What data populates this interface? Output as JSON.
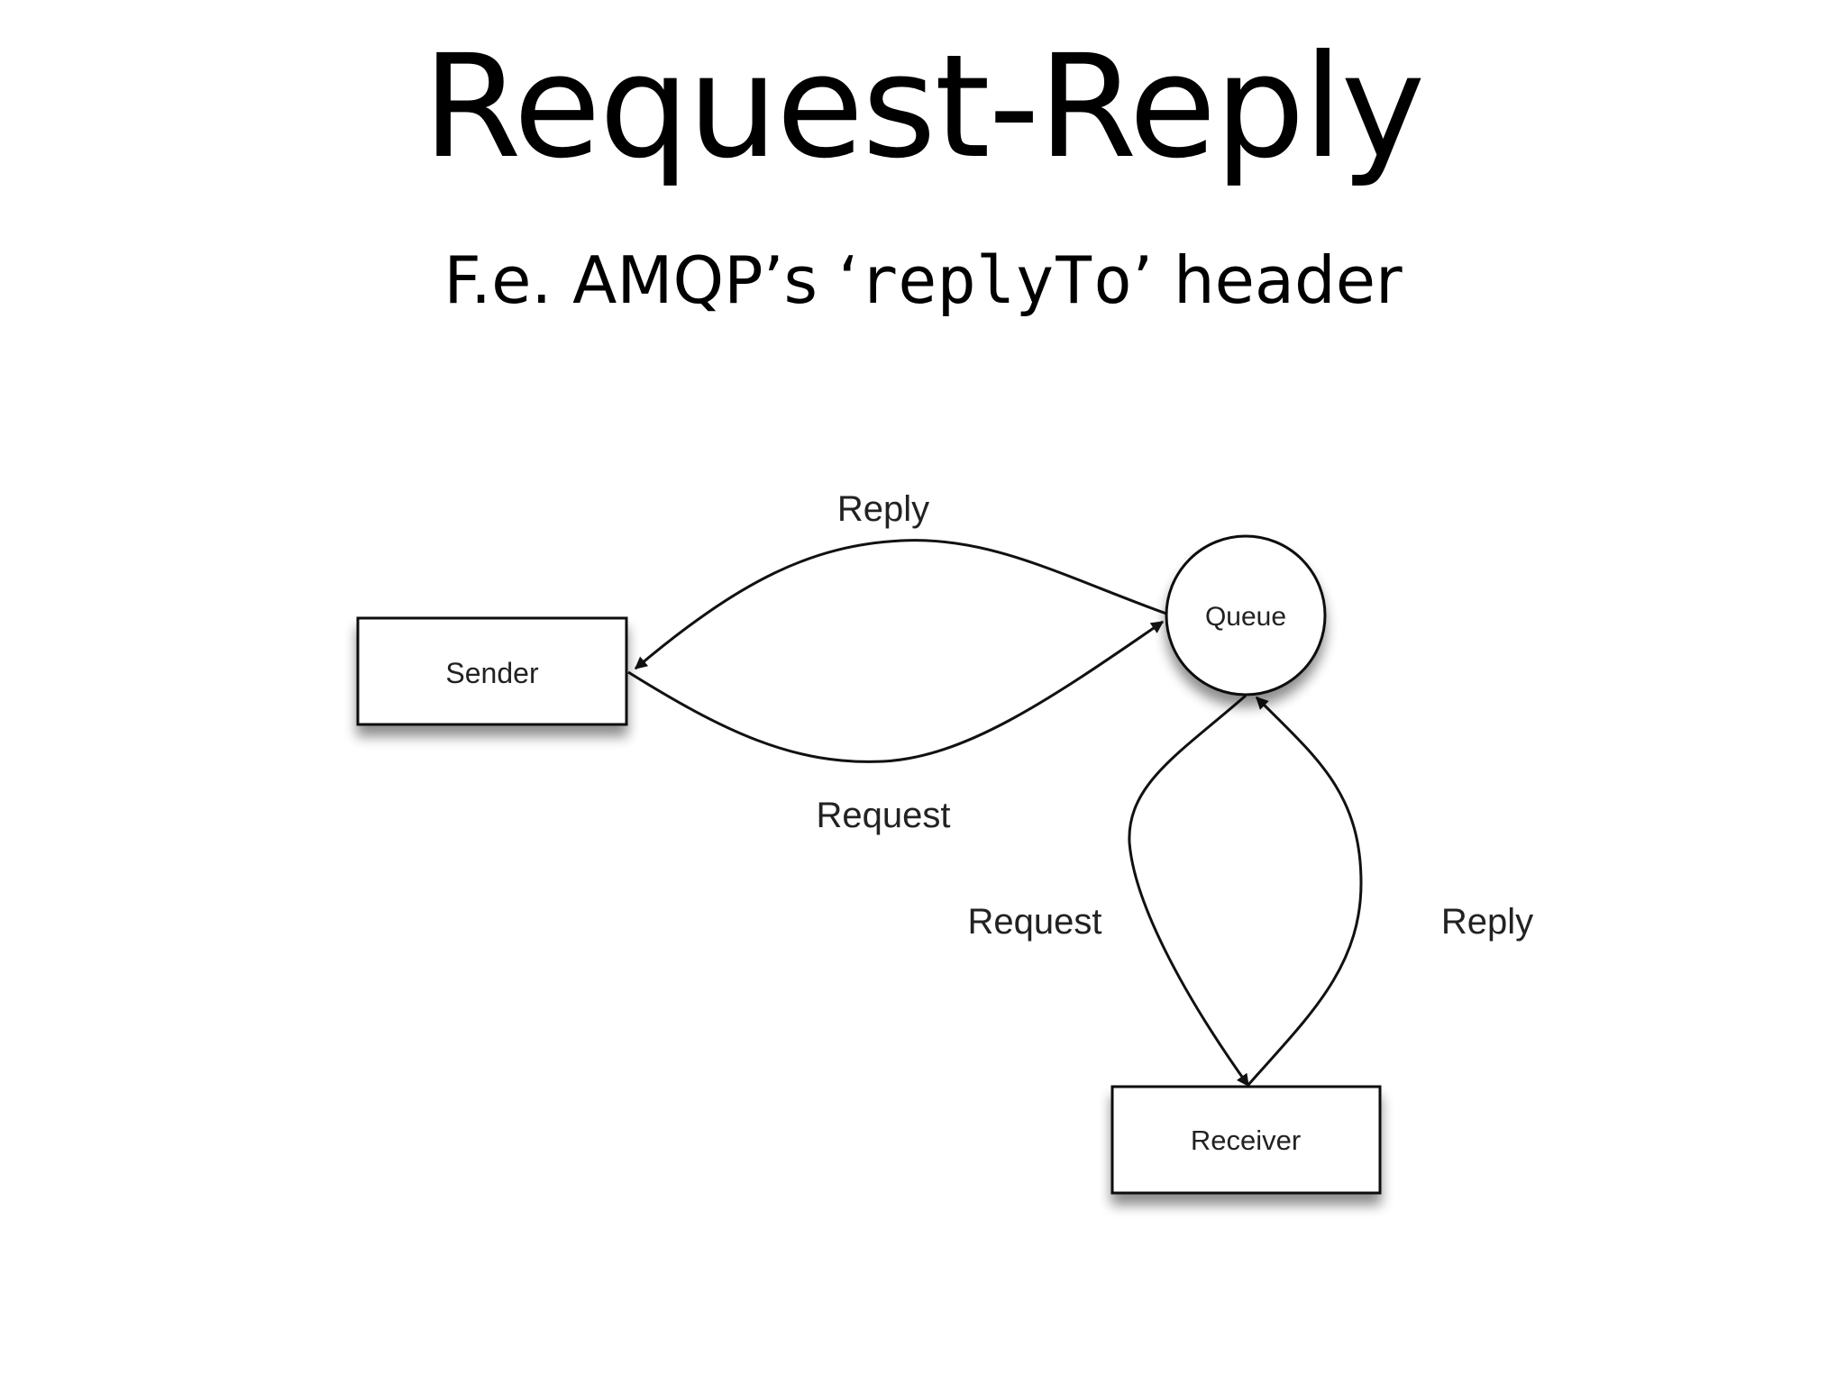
{
  "slide": {
    "title": "Request-Reply",
    "subtitle": {
      "prefix": "F.e. AMQP’s ‘",
      "code": "replyTo",
      "suffix": "’ header"
    }
  },
  "diagram": {
    "nodes": {
      "sender": "Sender",
      "queue": "Queue",
      "receiver": "Receiver"
    },
    "edges": {
      "sender_queue_reply": "Reply",
      "sender_queue_request": "Request",
      "queue_receiver_request": "Request",
      "queue_receiver_reply": "Reply"
    }
  }
}
